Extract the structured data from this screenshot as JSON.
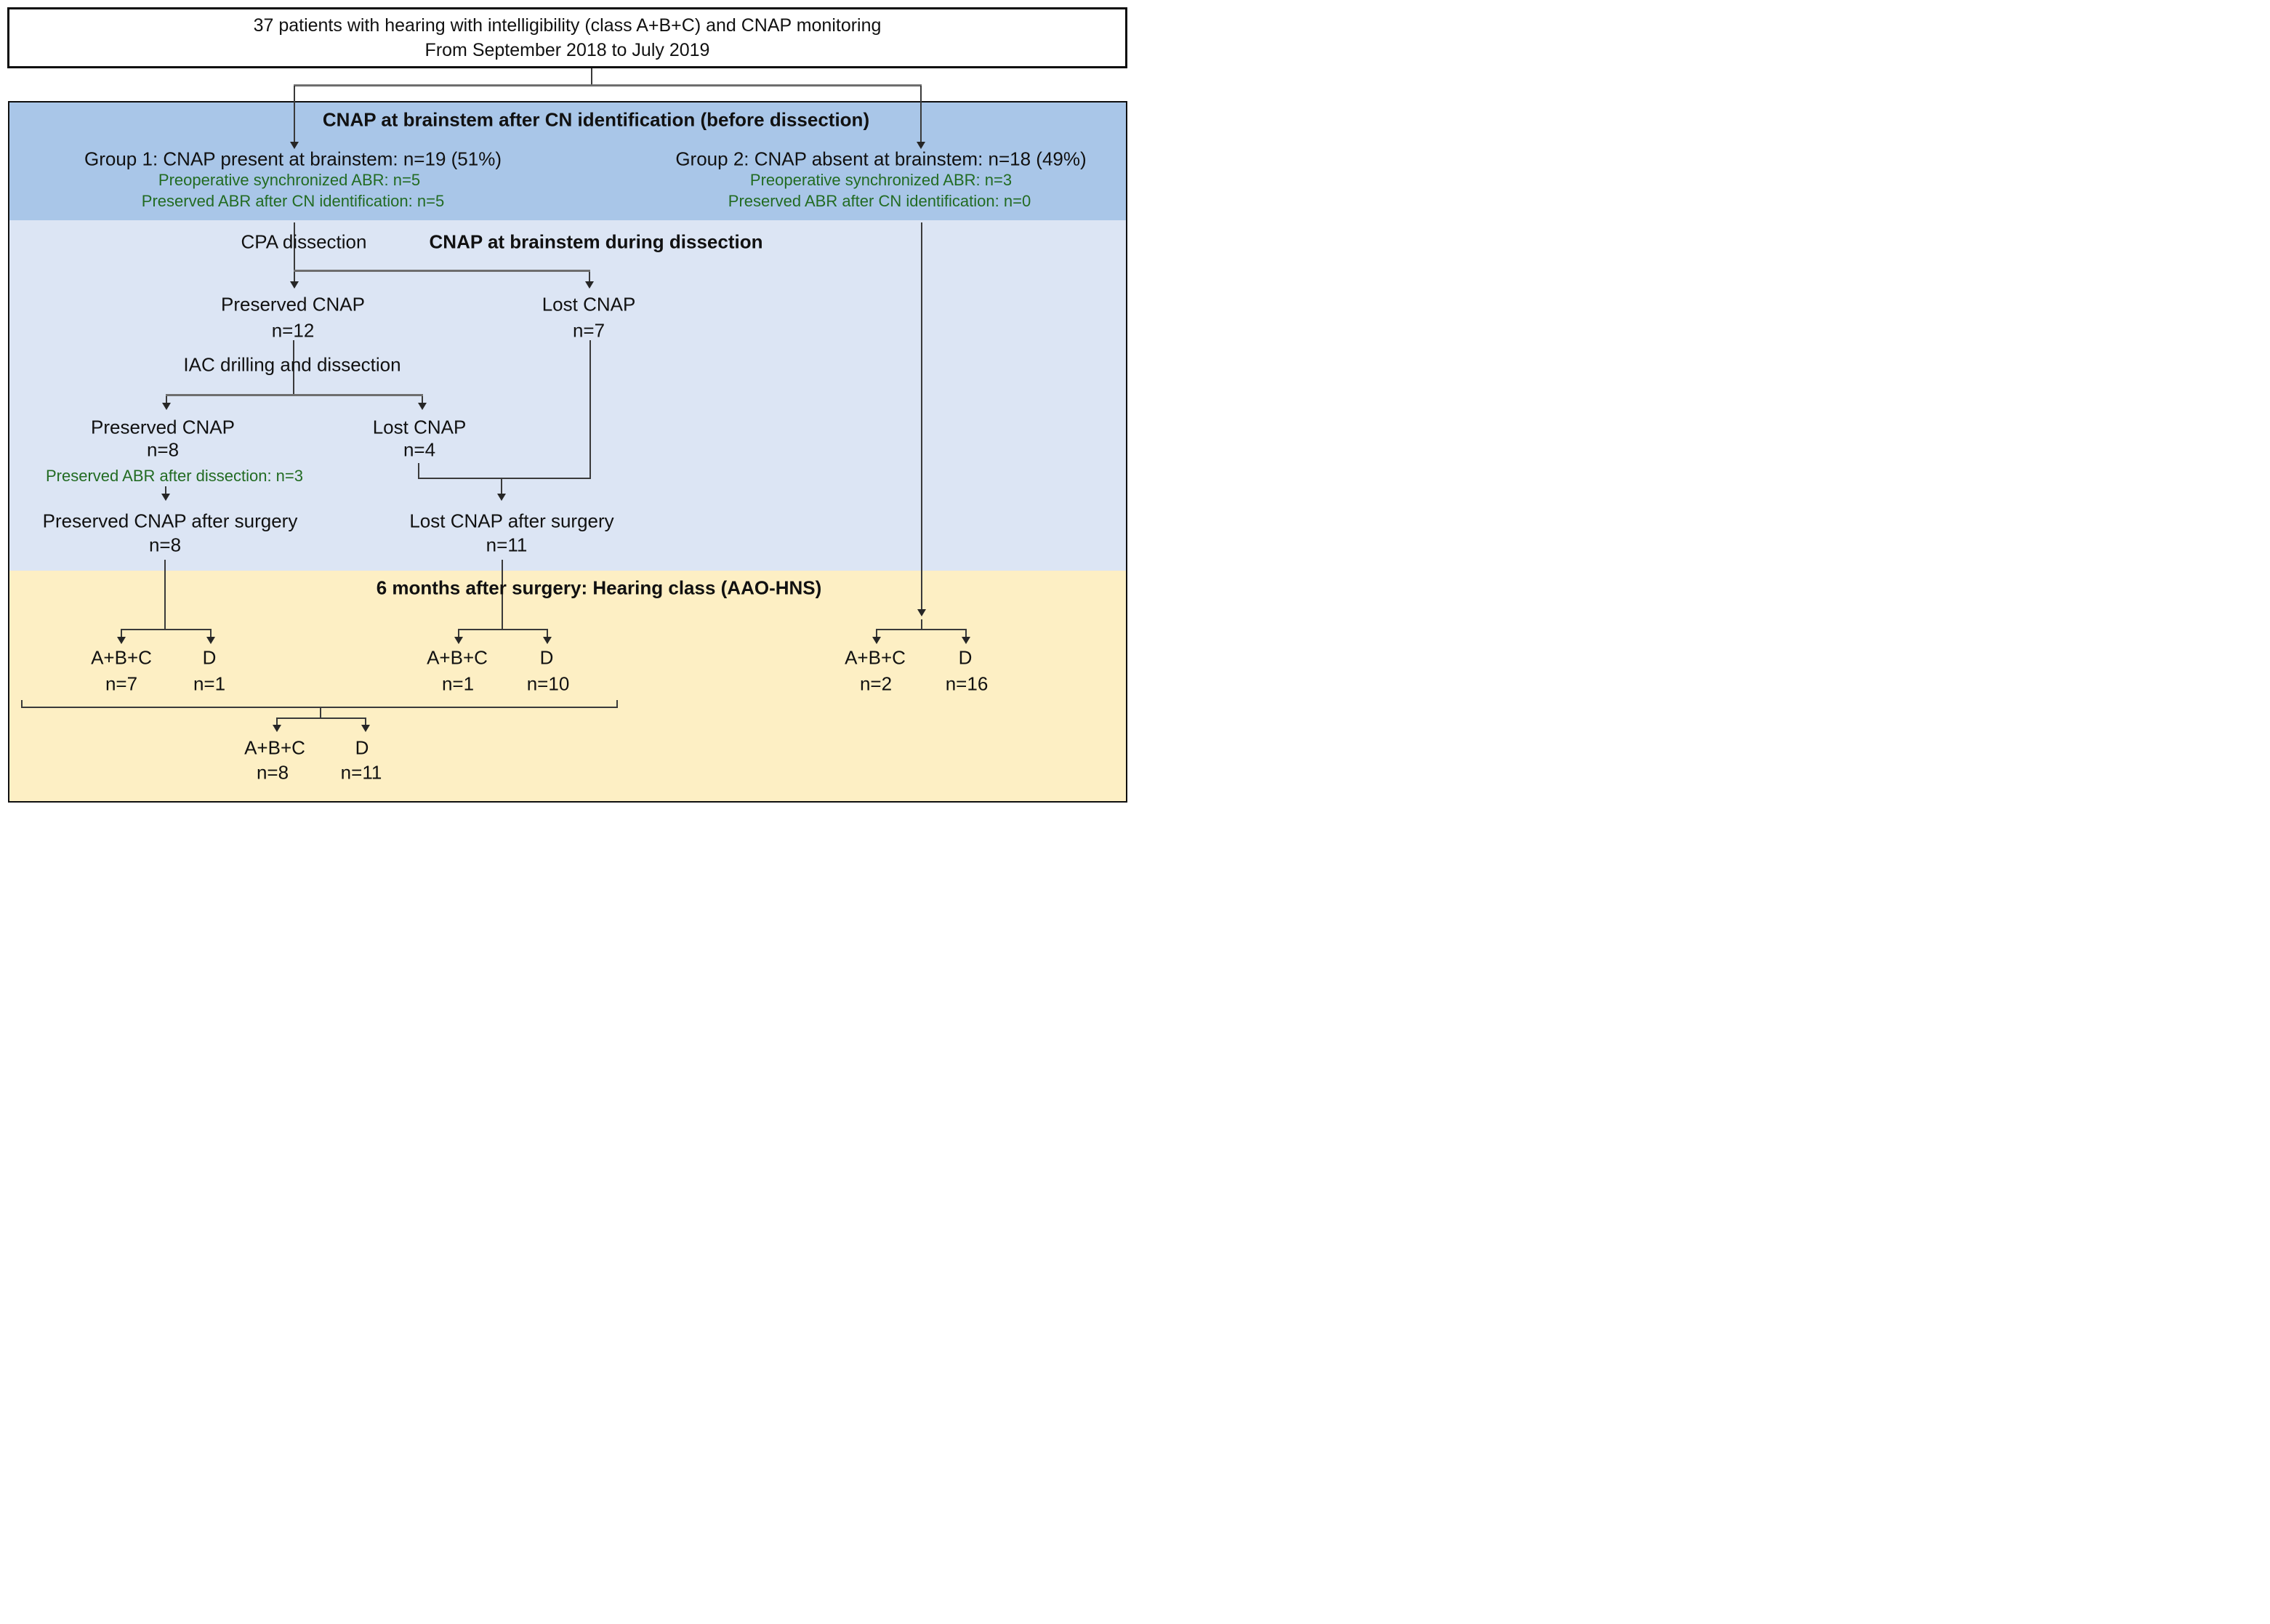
{
  "title": {
    "line1": "37 patients with hearing with intelligibility (class A+B+C) and CNAP monitoring",
    "line2": "From September 2018 to July 2019"
  },
  "sections": {
    "band1_header": "CNAP at brainstem after CN identification (before dissection)",
    "band2_header": "CNAP at brainstem during dissection",
    "band3_header": "6 months after surgery: Hearing class (AAO-HNS)"
  },
  "group1": {
    "label": "Group 1: CNAP present at brainstem: n=19 (51%)",
    "note1": "Preoperative synchronized ABR: n=5",
    "note2": "Preserved ABR after CN identification: n=5"
  },
  "group2": {
    "label": "Group 2: CNAP absent at brainstem: n=18 (49%)",
    "note1": "Preoperative synchronized ABR: n=3",
    "note2": "Preserved ABR after CN identification: n=0"
  },
  "steps": {
    "cpa": "CPA dissection",
    "iac": "IAC drilling and dissection",
    "preserved1": {
      "label": "Preserved CNAP",
      "n": "n=12"
    },
    "lost1": {
      "label": "Lost CNAP",
      "n": "n=7"
    },
    "preserved2": {
      "label": "Preserved CNAP",
      "n": "n=8"
    },
    "lost2": {
      "label": "Lost CNAP",
      "n": "n=4"
    },
    "abr_note": "Preserved ABR after dissection: n=3",
    "preserved_final": {
      "label": "Preserved CNAP after surgery",
      "n": "n=8"
    },
    "lost_final": {
      "label": "Lost CNAP after surgery",
      "n": "n=11"
    }
  },
  "outcomes": {
    "group1_preserved": {
      "left": "A+B+C",
      "left_n": "n=7",
      "right": "D",
      "right_n": "n=1"
    },
    "group1_lost": {
      "left": "A+B+C",
      "left_n": "n=1",
      "right": "D",
      "right_n": "n=10"
    },
    "group2": {
      "left": "A+B+C",
      "left_n": "n=2",
      "right": "D",
      "right_n": "n=16"
    },
    "combined": {
      "left": "A+B+C",
      "left_n": "n=8",
      "right": "D",
      "right_n": "n=11"
    }
  },
  "colors": {
    "band_top": "#a9c6e8",
    "band_middle": "#dce5f4",
    "band_bottom": "#fdefc4",
    "note_green": "#226b22",
    "line": "#3a3a3a"
  }
}
